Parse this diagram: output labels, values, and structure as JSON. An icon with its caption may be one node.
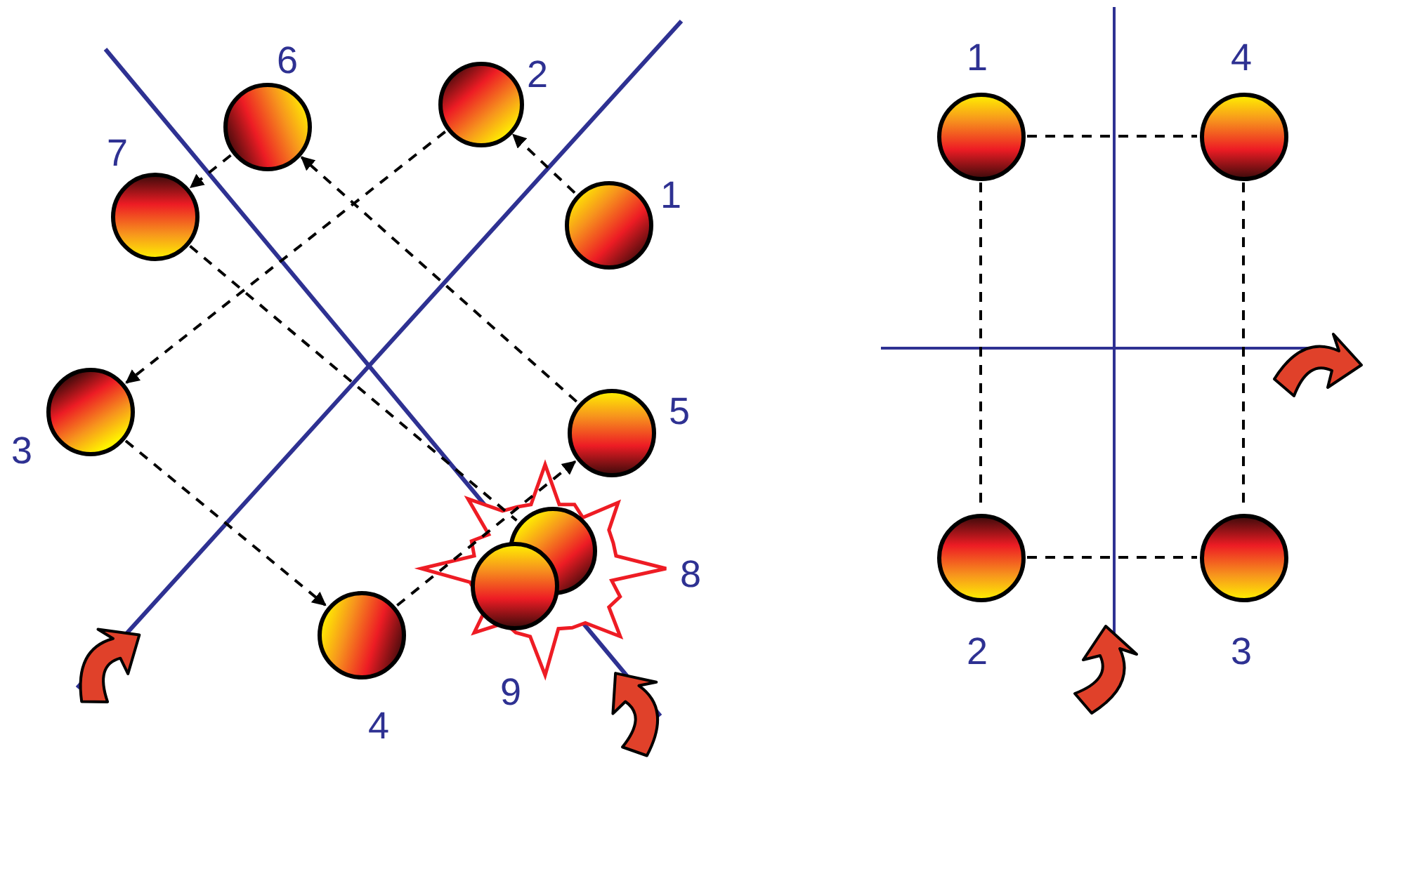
{
  "diagram": {
    "nodes": [
      {
        "text": [],
        "shape": "circle",
        "beside": [
          "6"
        ]
      },
      {
        "text": [],
        "shape": "circle",
        "beside": [
          "2"
        ]
      },
      {
        "text": [],
        "shape": "circle",
        "beside": [
          "7"
        ]
      },
      {
        "text": [],
        "shape": "circle",
        "beside": [
          "1"
        ]
      },
      {
        "text": [],
        "shape": "circle",
        "beside": [
          "3"
        ]
      },
      {
        "text": [],
        "shape": "circle",
        "beside": [
          "5"
        ]
      },
      {
        "text": [],
        "shape": "circle",
        "beside": [
          "8"
        ]
      },
      {
        "text": [],
        "shape": "circle",
        "beside": [
          "9"
        ]
      },
      {
        "text": [],
        "shape": "circle",
        "beside": [
          "4"
        ]
      },
      {
        "text": [],
        "shape": "circle",
        "beside": [
          "1"
        ]
      },
      {
        "text": [],
        "shape": "circle",
        "beside": [
          "4"
        ]
      },
      {
        "text": [],
        "shape": "circle",
        "beside": [
          "2"
        ]
      },
      {
        "text": [],
        "shape": "circle",
        "beside": [
          "3"
        ]
      }
    ],
    "edges": [
      {
        "from": 3,
        "to": 1,
        "arrow": "to",
        "style": "dashed"
      },
      {
        "from": 1,
        "to": 4,
        "arrow": "to",
        "style": "dashed"
      },
      {
        "from": 4,
        "to": 8,
        "arrow": "to",
        "style": "dashed"
      },
      {
        "from": 8,
        "to": 5,
        "arrow": "to",
        "style": "dashed"
      },
      {
        "from": 5,
        "to": 0,
        "arrow": "to",
        "style": "dashed"
      },
      {
        "from": 0,
        "to": 2,
        "arrow": "to",
        "style": "dashed"
      },
      {
        "from": 2,
        "to": 6,
        "arrow": "none",
        "style": "dashed"
      },
      {
        "from": 9,
        "to": 10,
        "arrow": "none",
        "style": "dashed"
      },
      {
        "from": 9,
        "to": 11,
        "arrow": "none",
        "style": "dashed"
      },
      {
        "from": 10,
        "to": 12,
        "arrow": "none",
        "style": "dashed"
      },
      {
        "from": 11,
        "to": 12,
        "arrow": "none",
        "style": "dashed"
      }
    ]
  }
}
